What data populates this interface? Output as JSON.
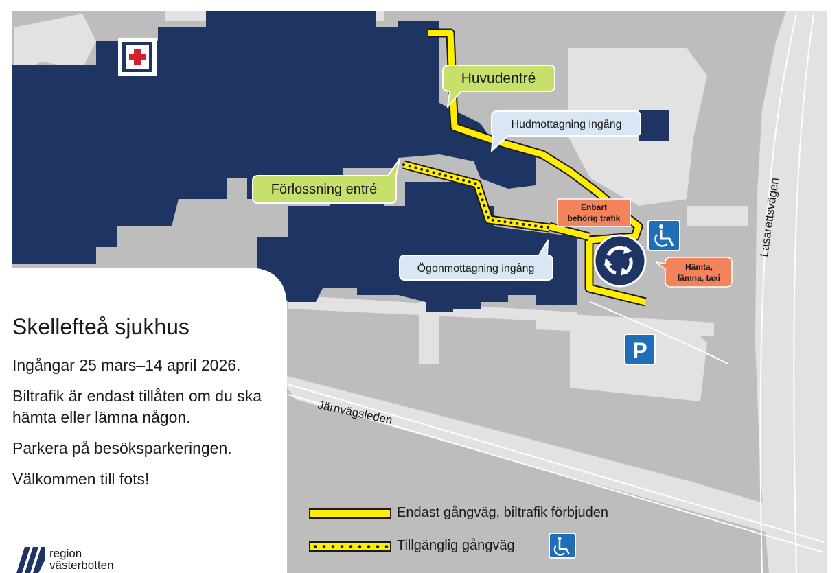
{
  "map": {
    "title": "Skellefteå sjukhus",
    "labels": {
      "huvudentre": "Huvudentré",
      "hudmottagning": "Hudmottagning ingång",
      "forlossning": "Förlossning entré",
      "ogonmottagning": "Ögonmottagning ingång",
      "behorig_line1": "Enbart",
      "behorig_line2": "behörig trafik",
      "hamta_line1": "Hämta,",
      "hamta_line2": "lämna, taxi",
      "lasarettsvagen": "Lasarettsvägen",
      "jarnvagsleden": "Järnvägsleden"
    },
    "parking_symbol": "P"
  },
  "info": {
    "title": "Skellefteå sjukhus",
    "paragraphs": [
      "Ingångar 25 mars–14 april 2026.",
      "Biltrafik är endast tillåten om du ska hämta eller lämna någon.",
      "Parkera på besöksparkeringen.",
      "Välkommen till fots!"
    ]
  },
  "legend": {
    "solid_path": "Endast gångväg, biltrafik förbjuden",
    "dotted_path": "Tillgänglig gångväg"
  },
  "logo": {
    "line1": "region",
    "line2": "västerbotten"
  },
  "colors": {
    "building": "#1e3564",
    "ground": "#bdbdbd",
    "road": "#e2e2e2",
    "path_yellow": "#ffee00",
    "callout_green": "#c7df6b",
    "callout_blue": "#d9e7f5",
    "callout_orange": "#f2835a",
    "access_blue": "#1e6fb8"
  },
  "icons": [
    "hospital-cross-icon",
    "wheelchair-icon",
    "roundabout-icon",
    "parking-icon",
    "region-vasterbotten-logo"
  ]
}
